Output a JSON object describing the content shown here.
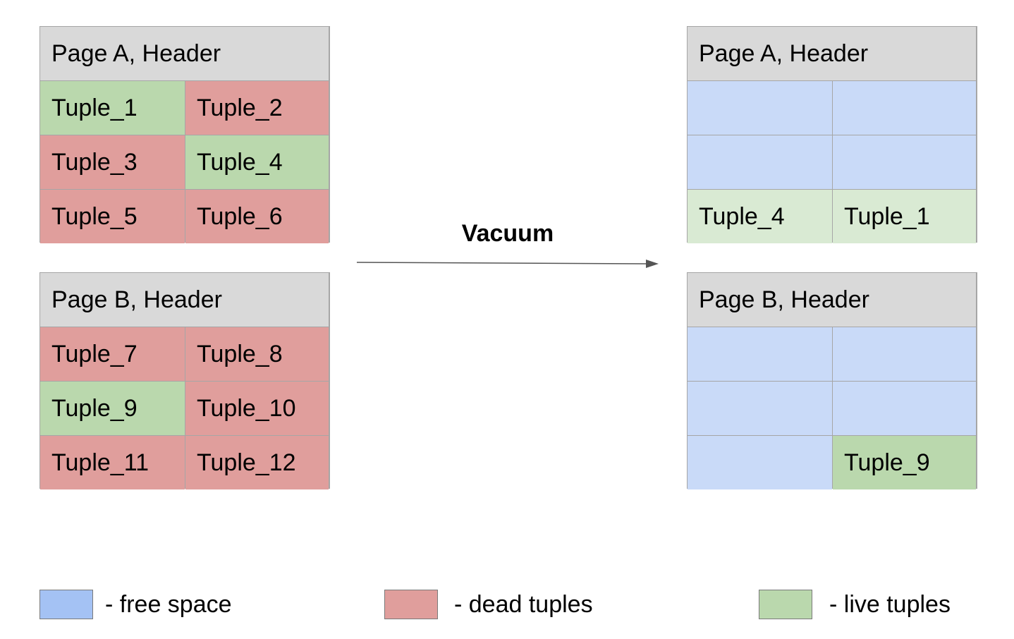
{
  "colors": {
    "header": "#d9d9d9",
    "border": "#a6a6a6",
    "dead": "#e09e9c",
    "live": "#bad8ad",
    "live_light": "#d9ead3",
    "free": "#c9daf8",
    "legend_free": "#a4c2f4"
  },
  "before": {
    "page_a": {
      "header": "Page A, Header",
      "tuples": [
        "Tuple_1",
        "Tuple_2",
        "Tuple_3",
        "Tuple_4",
        "Tuple_5",
        "Tuple_6"
      ],
      "states": [
        "live",
        "dead",
        "dead",
        "live",
        "dead",
        "dead"
      ]
    },
    "page_b": {
      "header": "Page B, Header",
      "tuples": [
        "Tuple_7",
        "Tuple_8",
        "Tuple_9",
        "Tuple_10",
        "Tuple_11",
        "Tuple_12"
      ],
      "states": [
        "dead",
        "dead",
        "live",
        "dead",
        "dead",
        "dead"
      ]
    }
  },
  "arrow": {
    "label": "Vacuum"
  },
  "after": {
    "page_a": {
      "header": "Page A, Header",
      "tuples": [
        "",
        "",
        "",
        "",
        "Tuple_4",
        "Tuple_1"
      ],
      "states": [
        "free",
        "free",
        "free",
        "free",
        "live",
        "live"
      ]
    },
    "page_b": {
      "header": "Page B, Header",
      "tuples": [
        "",
        "",
        "",
        "",
        "",
        "Tuple_9"
      ],
      "states": [
        "free",
        "free",
        "free",
        "free",
        "free",
        "live"
      ]
    }
  },
  "legend": {
    "free": "- free space",
    "dead": "- dead tuples",
    "live": "- live tuples"
  }
}
